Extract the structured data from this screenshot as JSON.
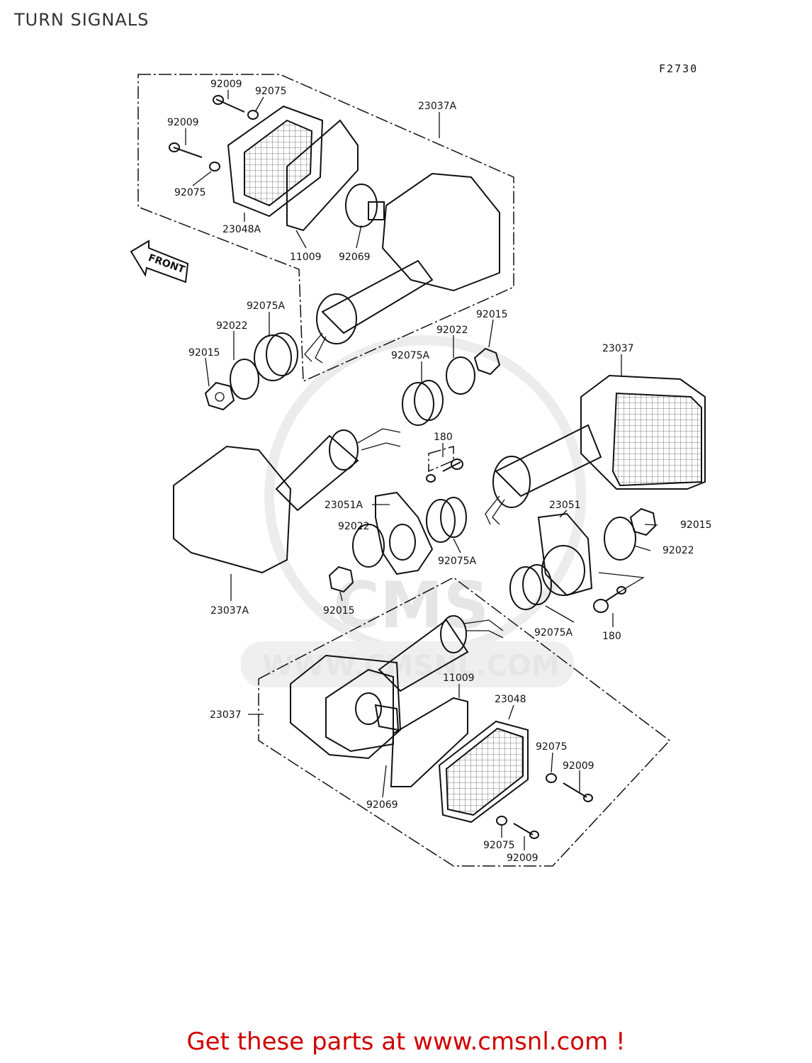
{
  "page": {
    "title": "TURN SIGNALS",
    "figure_code": "F2730"
  },
  "footer": {
    "text": "Get these parts at www.cmsnl.com !"
  },
  "watermark": {
    "line1": "CMS",
    "line2": "WWW.CMSNL.COM"
  },
  "arrow_label": "FRONT",
  "colors": {
    "footer": "#d00000",
    "title": "#333333",
    "watermark": "#e6e6e6"
  },
  "callouts": {
    "a_92009": "92009",
    "a_92075": "92075",
    "a_92009b": "92009",
    "a_92075b": "92075",
    "a_23048A": "23048A",
    "a_11009": "11009",
    "a_92069": "92069",
    "a_23037A": "23037A",
    "b_92075A": "92075A",
    "b_92022": "92022",
    "b_92015": "92015",
    "c_92015": "92015",
    "c_92022": "92022",
    "c_92075A": "92075A",
    "c_23037": "23037",
    "d_180": "180",
    "d_23051A": "23051A",
    "d_92022": "92022",
    "d_92075A": "92075A",
    "d_23037A": "23037A",
    "d_92015": "92015",
    "e_23051": "23051",
    "e_92015": "92015",
    "e_92022": "92022",
    "e_92075A": "92075A",
    "e_180": "180",
    "f_11009": "11009",
    "f_23048": "23048",
    "f_23037": "23037",
    "f_92075": "92075",
    "f_92009": "92009",
    "f_92069": "92069",
    "f_92075b": "92075",
    "f_92009b": "92009"
  }
}
